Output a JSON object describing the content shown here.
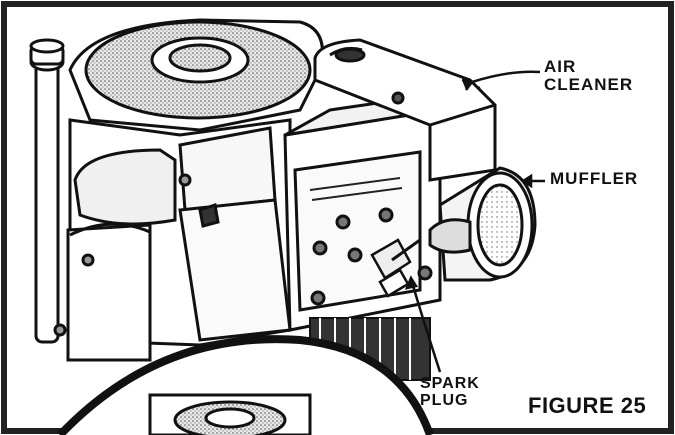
{
  "labels": {
    "air_cleaner": "AIR\nCLEANER",
    "muffler": "MUFFLER",
    "spark_plug": "SPARK\nPLUG"
  },
  "figure_label": "FIGURE 25",
  "colors": {
    "ink": "#111111",
    "paper": "#ffffff",
    "shade": "#8a8a8a",
    "dark": "#2a2a2a"
  }
}
